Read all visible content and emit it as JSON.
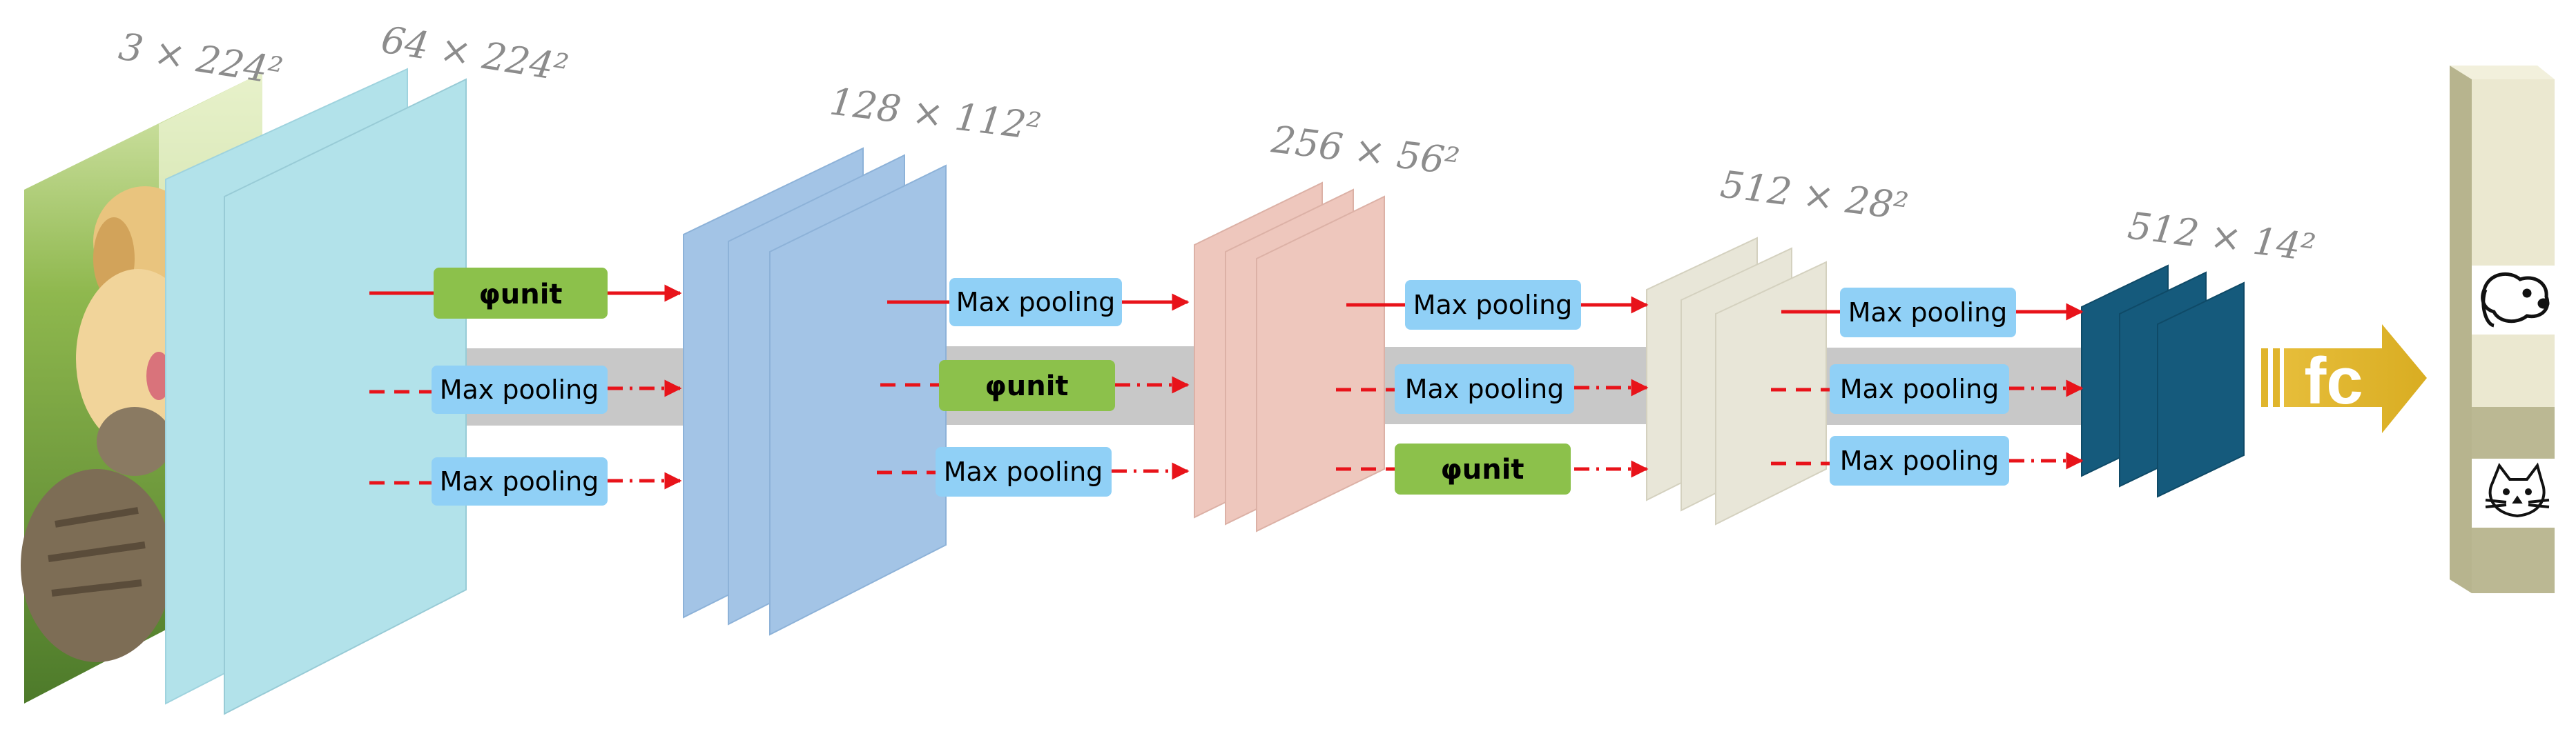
{
  "dims": {
    "input": "3 × 224²",
    "stage1": "64 × 224²",
    "stage2": "128 × 112²",
    "stage3": "256 × 56²",
    "stage4": "512 × 28²",
    "stage5": "512 × 14²"
  },
  "labels": {
    "phi_unit": "φunit",
    "max_pooling": "Max pooling",
    "fc": "fc"
  },
  "stages": [
    {
      "top": "phi_unit",
      "mid": "max_pooling",
      "bot": "max_pooling"
    },
    {
      "top": "max_pooling",
      "mid": "phi_unit",
      "bot": "max_pooling"
    },
    {
      "top": "max_pooling",
      "mid": "max_pooling",
      "bot": "phi_unit"
    },
    {
      "top": "max_pooling",
      "mid": "max_pooling",
      "bot": "max_pooling"
    }
  ],
  "colors": {
    "stage1": "#b2e2ea",
    "stage2": "#a3c4e6",
    "stage3": "#eec7bd",
    "stage4": "#e8e6d8",
    "stage5": "#155a7c",
    "phi_box": "#8cc14b",
    "pool_box": "#90d0f6",
    "arrow": "#e8131a",
    "band": "#c8c8c8",
    "fc": "#e0b52c"
  }
}
